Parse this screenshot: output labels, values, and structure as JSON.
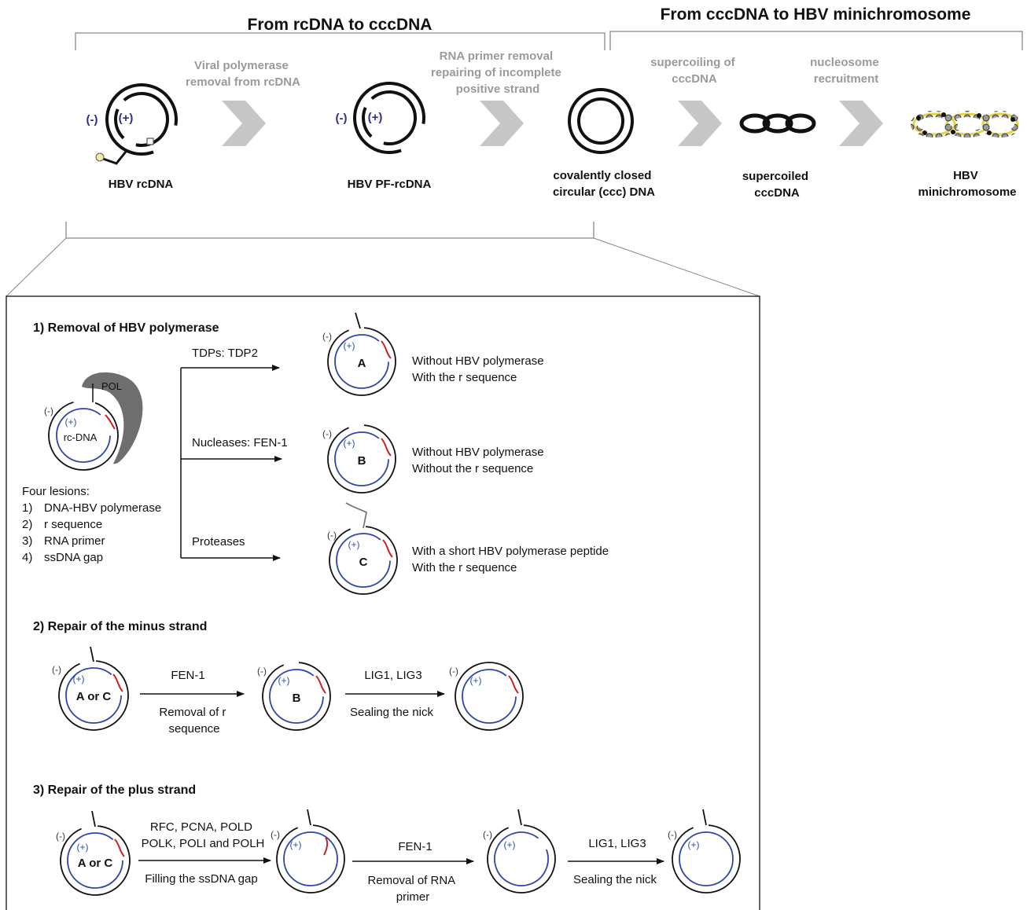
{
  "top": {
    "title_left": "From rcDNA to cccDNA",
    "title_right": "From cccDNA to HBV minichromosome",
    "steps": [
      {
        "lines": [
          "Viral polymerase",
          "removal from rcDNA"
        ]
      },
      {
        "lines": [
          "RNA primer removal",
          "repairing of incomplete",
          "positive strand"
        ]
      },
      {
        "lines": [
          "supercoiling of",
          "cccDNA"
        ]
      },
      {
        "lines": [
          "nucleosome",
          "recruitment"
        ]
      }
    ],
    "stages": [
      {
        "lines": [
          "HBV rcDNA"
        ]
      },
      {
        "lines": [
          "HBV PF-rcDNA"
        ]
      },
      {
        "lines": [
          "covalently closed",
          "circular (ccc) DNA"
        ]
      },
      {
        "lines": [
          "supercoiled",
          "cccDNA"
        ]
      },
      {
        "lines": [
          "HBV",
          "minichromosome"
        ]
      }
    ],
    "minus": "(-)",
    "plus": "(+)"
  },
  "panel": {
    "section1": {
      "title": "1) Removal of HBV polymerase",
      "pol": "POL",
      "rc_dna": "rc-DNA",
      "lesions_title": "Four lesions:",
      "lesions": [
        {
          "num": "1)",
          "text": "DNA-HBV polymerase"
        },
        {
          "num": "2)",
          "text": "r sequence"
        },
        {
          "num": "3)",
          "text": "RNA primer"
        },
        {
          "num": "4)",
          "text": "ssDNA gap"
        }
      ],
      "branches": [
        {
          "enzyme": "TDPs: TDP2",
          "letter": "A",
          "desc1": "Without HBV polymerase",
          "desc2": "With the r sequence"
        },
        {
          "enzyme": "Nucleases: FEN-1",
          "letter": "B",
          "desc1": "Without HBV polymerase",
          "desc2": "Without the r sequence"
        },
        {
          "enzyme": "Proteases",
          "letter": "C",
          "desc1": "With a short HBV polymerase peptide",
          "desc2": "With the r sequence"
        }
      ]
    },
    "section2": {
      "title": "2) Repair of the minus strand",
      "start": "A or C",
      "enzyme1": "FEN-1",
      "action1": [
        "Removal of r",
        "sequence"
      ],
      "mid": "B",
      "enzyme2": "LIG1, LIG3",
      "action2": "Sealing the nick"
    },
    "section3": {
      "title": "3) Repair of the plus strand",
      "start": "A or C",
      "enzyme1": [
        "RFC, PCNA, POLD",
        "POLK, POLI and POLH"
      ],
      "action1": "Filling the ssDNA gap",
      "enzyme2": "FEN-1",
      "action2": [
        "Removal of RNA",
        "primer"
      ],
      "enzyme3": "LIG1, LIG3",
      "action3": "Sealing the nick"
    },
    "signs": {
      "minus": "(-)",
      "plus": "(+)"
    }
  }
}
